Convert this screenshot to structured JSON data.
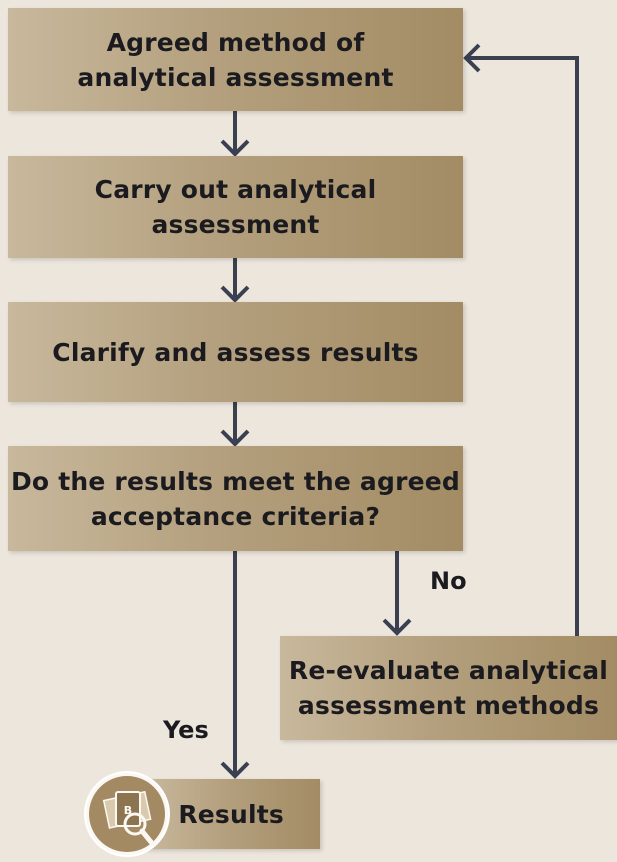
{
  "steps": {
    "agreed_method": "Agreed method of\nanalytical assessment",
    "carry_out": "Carry out analytical assessment",
    "clarify": "Clarify and assess results",
    "decision": "Do the results meet the agreed\nacceptance criteria?",
    "reevaluate": "Re-evaluate analytical\nassessment methods",
    "results": "Results"
  },
  "labels": {
    "no": "No",
    "yes": "Yes"
  },
  "icon": {
    "book_letter": "B"
  },
  "colors": {
    "box_light": "#c8b89c",
    "box_dark": "#a38c64",
    "arrow": "#3a4050",
    "background": "#ece6dd"
  }
}
